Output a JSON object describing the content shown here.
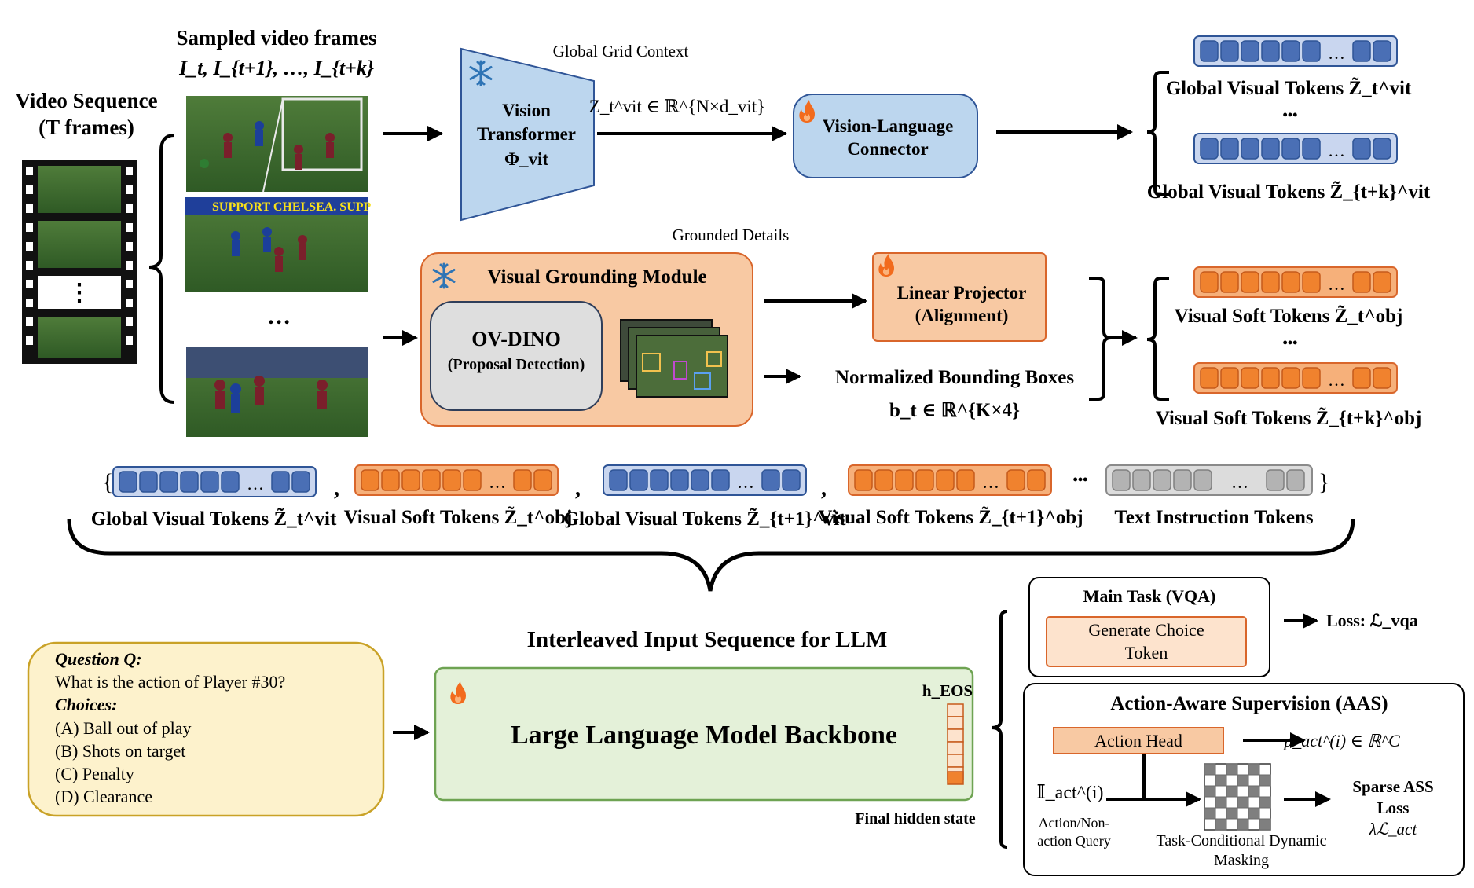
{
  "left": {
    "video_sequence_title": [
      "Video Sequence",
      "(T frames)"
    ],
    "sampled_frames_title": "Sampled video frames",
    "sampled_frames_formula": "I_t, I_{t+1}, …, I_{t+k}",
    "ellipsis": "…",
    "frame_ellipsis": "⋮",
    "frame_overlay_text": "SUPPORT CHELSEA. SUPP"
  },
  "vit": {
    "label_line1": "Vision",
    "label_line2": "Transformer",
    "label_line3": "Φ_vit",
    "caption": "Global Grid Context",
    "output_formula": "Z_t^vit ∈ ℝ^{N×d_vit}"
  },
  "connector": {
    "label_line1": "Vision-Language",
    "label_line2": "Connector"
  },
  "global_outputs": {
    "label_top": "Global Visual Tokens Z̃_t^vit",
    "label_bottom": "Global Visual Tokens Z̃_{t+k}^vit",
    "dots": "•••",
    "token_ellipsis": "…"
  },
  "grounding": {
    "caption": "Grounded Details",
    "module_title": "Visual Grounding Module",
    "ovdino_title": "OV-DINO",
    "ovdino_subtitle": "(Proposal Detection)"
  },
  "projector": {
    "label_line1": "Linear Projector",
    "label_line2": "(Alignment)"
  },
  "bboxes": {
    "label": "Normalized Bounding Boxes",
    "formula": "b_t ∈ ℝ^{K×4}"
  },
  "soft_outputs": {
    "label_top": "Visual Soft Tokens Z̃_t^obj",
    "label_bottom": "Visual Soft Tokens Z̃_{t+k}^obj",
    "dots": "•••"
  },
  "interleaved": {
    "open_brace": "{",
    "close_brace": "}",
    "separator": ",",
    "dots": "•••",
    "labels": [
      "Global Visual Tokens Z̃_t^vit",
      "Visual Soft Tokens Z̃_t^obj",
      "Global Visual Tokens Z̃_{t+1}^vit",
      "Visual Soft Tokens Z̃_{t+1}^obj",
      "Text Instruction Tokens"
    ],
    "sequence_title": "Interleaved Input Sequence for LLM"
  },
  "question": {
    "q_label": "Question Q:",
    "q_text": "What is the action of Player #30?",
    "choices_label": "Choices:",
    "choices": [
      "(A) Ball out of play",
      "(B) Shots on target",
      "(C) Penalty",
      "(D) Clearance"
    ]
  },
  "llm": {
    "title": "Large Language Model Backbone",
    "h_eos": "h_EOS",
    "final_hidden_state": "Final hidden state"
  },
  "main_task": {
    "title": "Main Task (VQA)",
    "box_line1": "Generate Choice",
    "box_line2": "Token",
    "loss": "Loss: ℒ_vqa"
  },
  "aas": {
    "title": "Action-Aware Supervision (AAS)",
    "action_head": "Action Head",
    "p_formula": "p_act^(i) ∈ ℝ^C",
    "indicator": "𝕀_act^(i)",
    "query_line1": "Action/Non-",
    "query_line2": "action Query",
    "masking_line1": "Task-Conditional Dynamic",
    "masking_line2": "Masking",
    "loss_line1": "Sparse ASS",
    "loss_line2": "Loss",
    "loss_line3": "λℒ_act"
  },
  "colors": {
    "blue_fill": "#bcd6ee",
    "blue_stroke": "#2f5597",
    "token_blue": "#4a6fb5",
    "token_blue_bar": "#c9d6ef",
    "orange_fill": "#f8c9a3",
    "orange_stroke": "#d9662b",
    "token_orange": "#f0822e",
    "token_orange_bar": "#f6b07a",
    "gray_fill": "#d0d0d0",
    "green_fill": "#e4f1d9",
    "green_stroke": "#6ea352",
    "yellow_fill": "#fdf2cc",
    "yellow_stroke": "#c9a227",
    "light_orange": "#fde3cd",
    "flame": "#f26b1d"
  },
  "icons": [
    "snowflake-icon",
    "flame-icon",
    "film-strip-icon",
    "soccer-frame-image",
    "detection-frames-icon",
    "masking-grid-icon"
  ]
}
